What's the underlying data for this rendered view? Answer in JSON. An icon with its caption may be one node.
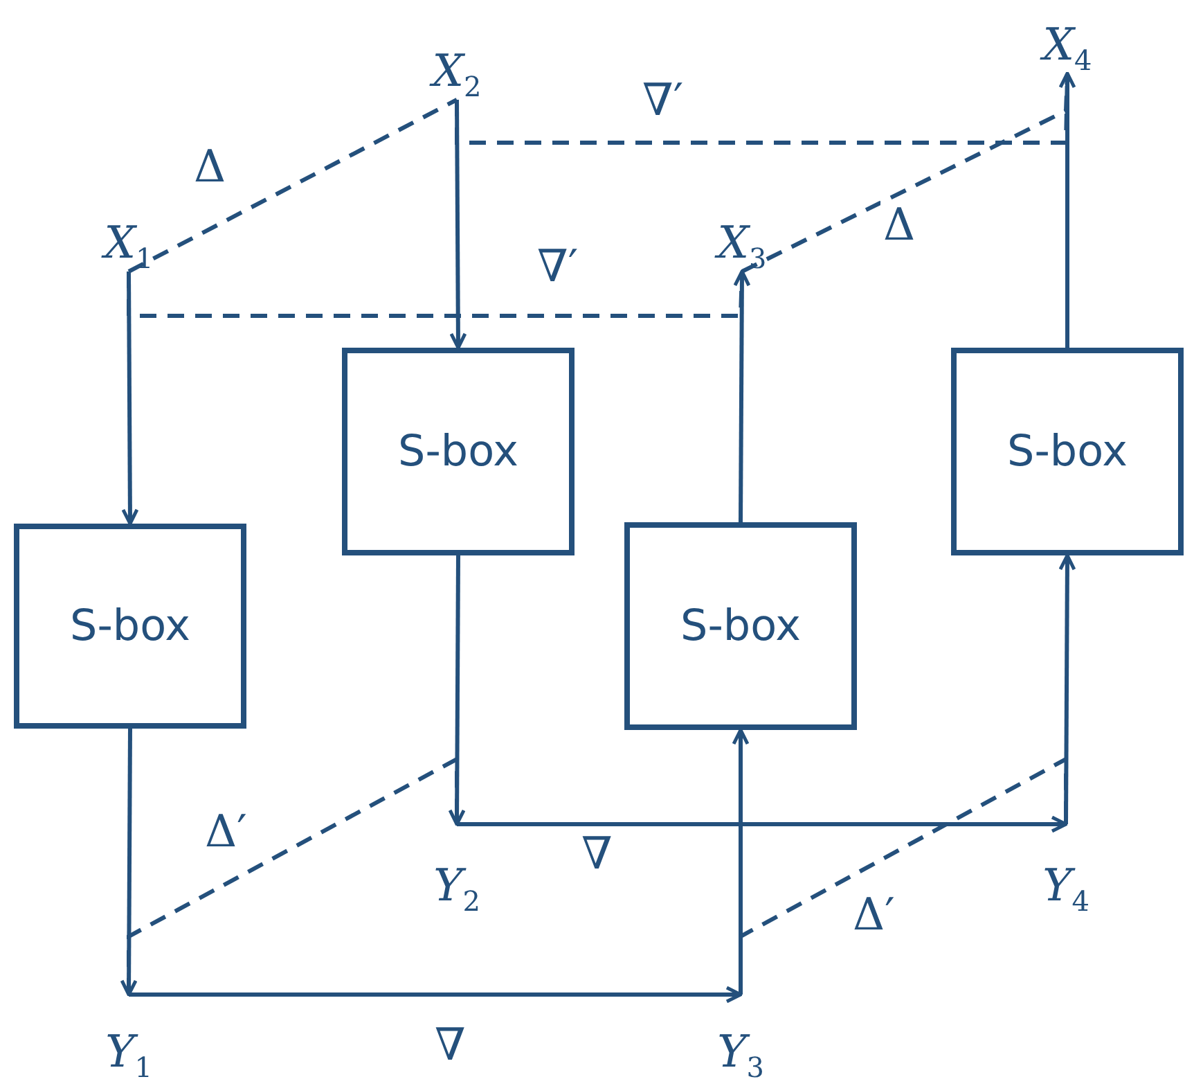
{
  "diagram": {
    "nodes": [
      {
        "text": [
          "*X*$_{1}$"
        ]
      },
      {
        "text": [
          "*X*$_{2}$"
        ]
      },
      {
        "text": [
          "*X*$_{3}$"
        ]
      },
      {
        "text": [
          "*X*$_{4}$"
        ]
      },
      {
        "text": [
          "S-box"
        ]
      },
      {
        "text": [
          "S-box"
        ]
      },
      {
        "text": [
          "S-box"
        ]
      },
      {
        "text": [
          "S-box"
        ]
      },
      {
        "text": [
          "*Y*$_{1}$"
        ]
      },
      {
        "text": [
          "*Y*$_{2}$"
        ]
      },
      {
        "text": [
          "*Y*$_{3}$"
        ]
      },
      {
        "text": [
          "*Y*$_{4}$"
        ]
      }
    ],
    "edges": [
      {
        "from": 0,
        "to": 4,
        "arrow": "to"
      },
      {
        "from": 1,
        "to": 5,
        "arrow": "to"
      },
      {
        "from": 6,
        "to": 2,
        "arrow": "to"
      },
      {
        "from": 7,
        "to": 3,
        "arrow": "to"
      },
      {
        "from": 4,
        "to": 8,
        "arrow": "to"
      },
      {
        "from": 5,
        "to": 9,
        "arrow": "to"
      },
      {
        "from": 8,
        "to": 10,
        "arrow": "to",
        "label": "∇"
      },
      {
        "from": 10,
        "to": 6,
        "arrow": "to"
      },
      {
        "from": 9,
        "to": 11,
        "arrow": "to",
        "label": "∇"
      },
      {
        "from": 11,
        "to": 7,
        "arrow": "to"
      },
      {
        "from": 0,
        "to": 1,
        "arrow": "none",
        "style": "dashed",
        "label": "Δ"
      },
      {
        "from": 0,
        "to": 2,
        "arrow": "none",
        "style": "dashed",
        "label": "∇′"
      },
      {
        "from": 1,
        "to": 3,
        "arrow": "none",
        "style": "dashed",
        "label": "∇′"
      },
      {
        "from": 2,
        "to": 3,
        "arrow": "none",
        "style": "dashed",
        "label": "Δ"
      },
      {
        "from": 8,
        "to": 9,
        "arrow": "none",
        "style": "dashed",
        "label": "Δ′"
      },
      {
        "from": 10,
        "to": 11,
        "arrow": "none",
        "style": "dashed",
        "label": "Δ′"
      }
    ]
  }
}
